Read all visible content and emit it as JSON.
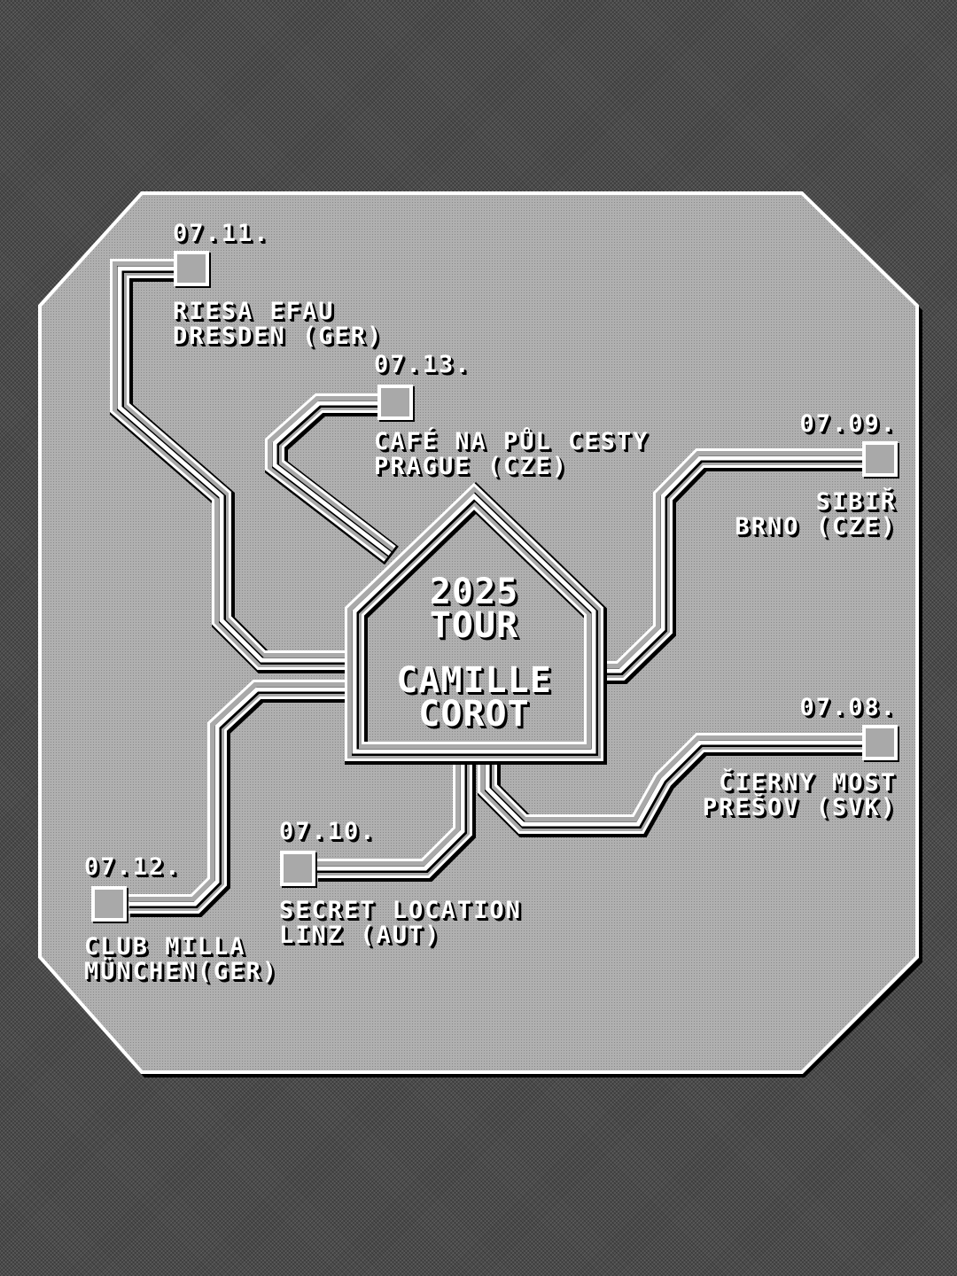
{
  "poster": {
    "year": "2025",
    "tour": "TOUR",
    "artist_line1": "CAMILLE",
    "artist_line2": "COROT"
  },
  "stops": [
    {
      "date": "07.11.",
      "venue": "RIESA EFAU",
      "city": "DRESDEN (GER)"
    },
    {
      "date": "07.13.",
      "venue": "CAFÉ NA PŮL CESTY",
      "city": "PRAGUE (CZE)"
    },
    {
      "date": "07.09.",
      "venue": "SIBIŘ",
      "city": "BRNO (CZE)"
    },
    {
      "date": "07.08.",
      "venue": "ČIERNY MOST",
      "city": "PREŠOV (SVK)"
    },
    {
      "date": "07.10.",
      "venue": "SECRET LOCATION",
      "city": "LINZ (AUT)"
    },
    {
      "date": "07.12.",
      "venue": "CLUB MILLA",
      "city": "MÜNCHEN(GER)"
    }
  ],
  "colors": {
    "background": "#4a4a4a",
    "board": "#a9a9a9",
    "trace": "#ffffff",
    "shadow": "#000000"
  }
}
